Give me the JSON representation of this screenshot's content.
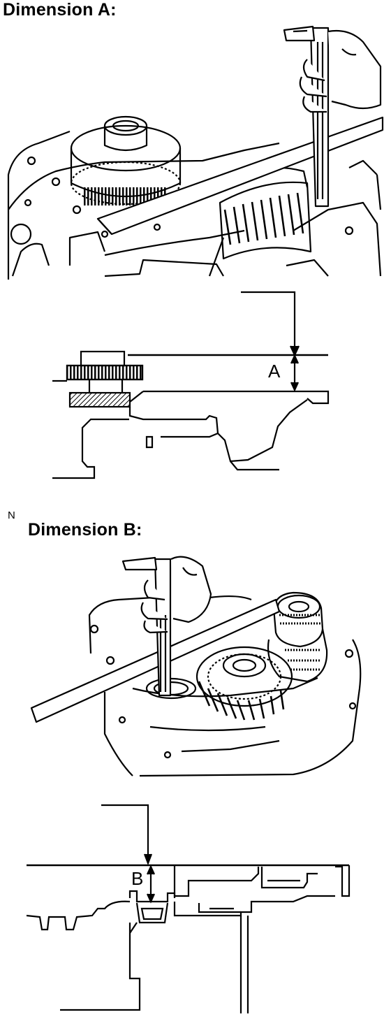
{
  "section_a": {
    "title": "Dimension A:",
    "dimension_label": "A"
  },
  "section_b": {
    "title": "Dimension B:",
    "dimension_label": "B"
  },
  "page_note": "N",
  "colors": {
    "ink": "#000000",
    "paper": "#ffffff"
  },
  "icons": [
    "hand-icon",
    "depth-gauge-icon",
    "straightedge-icon",
    "gear-icon",
    "bearing-icon"
  ]
}
